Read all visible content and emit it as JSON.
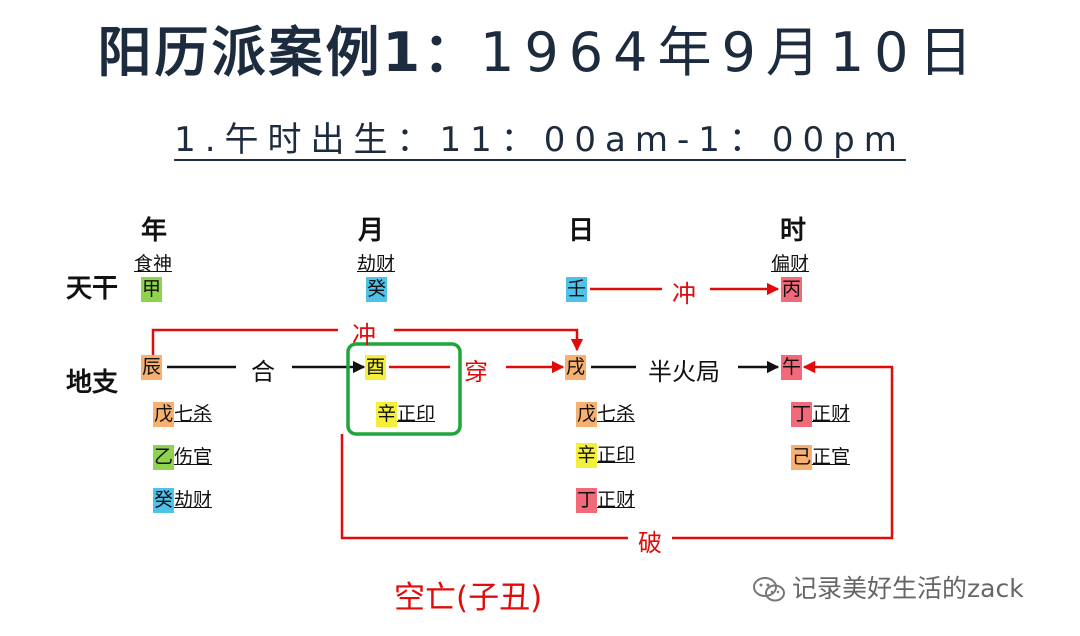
{
  "title": {
    "prefix": "阳历派案例1：",
    "date": "1964年9月10日"
  },
  "subtitle": "1.午时出生：11：00am-1：00pm",
  "columns": {
    "year": "年",
    "month": "月",
    "day": "日",
    "hour": "时"
  },
  "rows": {
    "stems": "天干",
    "branches": "地支"
  },
  "stems": {
    "year": {
      "god": "食神",
      "char": "甲",
      "color": "#8fd24d"
    },
    "month": {
      "god": "劫财",
      "char": "癸",
      "color": "#4fc2ea"
    },
    "day": {
      "char": "壬",
      "color": "#4fc2ea"
    },
    "hour": {
      "god": "偏财",
      "char": "丙",
      "color": "#f26a7a"
    }
  },
  "branches": {
    "year": {
      "char": "辰",
      "color": "#f6b070",
      "hidden": [
        {
          "char": "戊",
          "label": "七杀",
          "color": "#f6b070"
        },
        {
          "char": "乙",
          "label": "伤官",
          "color": "#8fd24d"
        },
        {
          "char": "癸",
          "label": "劫财",
          "color": "#4fc2ea"
        }
      ]
    },
    "month": {
      "char": "酉",
      "color": "#f4f03a",
      "hidden": [
        {
          "char": "辛",
          "label": "正印",
          "color": "#f4f03a"
        }
      ]
    },
    "day": {
      "char": "戌",
      "color": "#f6b070",
      "hidden": [
        {
          "char": "戊",
          "label": "七杀",
          "color": "#f6b070"
        },
        {
          "char": "辛",
          "label": "正印",
          "color": "#f4f03a"
        },
        {
          "char": "丁",
          "label": "正财",
          "color": "#f26a7a"
        }
      ]
    },
    "hour": {
      "char": "午",
      "color": "#f26a7a",
      "hidden": [
        {
          "char": "丁",
          "label": "正财",
          "color": "#f26a7a"
        },
        {
          "char": "己",
          "label": "正官",
          "color": "#f6b070"
        }
      ]
    }
  },
  "relations": {
    "stem_clash": "冲",
    "branch_clash": "冲",
    "combine": "合",
    "penetrate": "穿",
    "half_fire": "半火局",
    "break": "破"
  },
  "kongwang": "空亡(子丑)",
  "watermark": "记录美好生活的zack",
  "colors": {
    "title": "#1c2b3d",
    "relation_red": "#e00b0b",
    "highlight_green": "#1fa63a"
  }
}
